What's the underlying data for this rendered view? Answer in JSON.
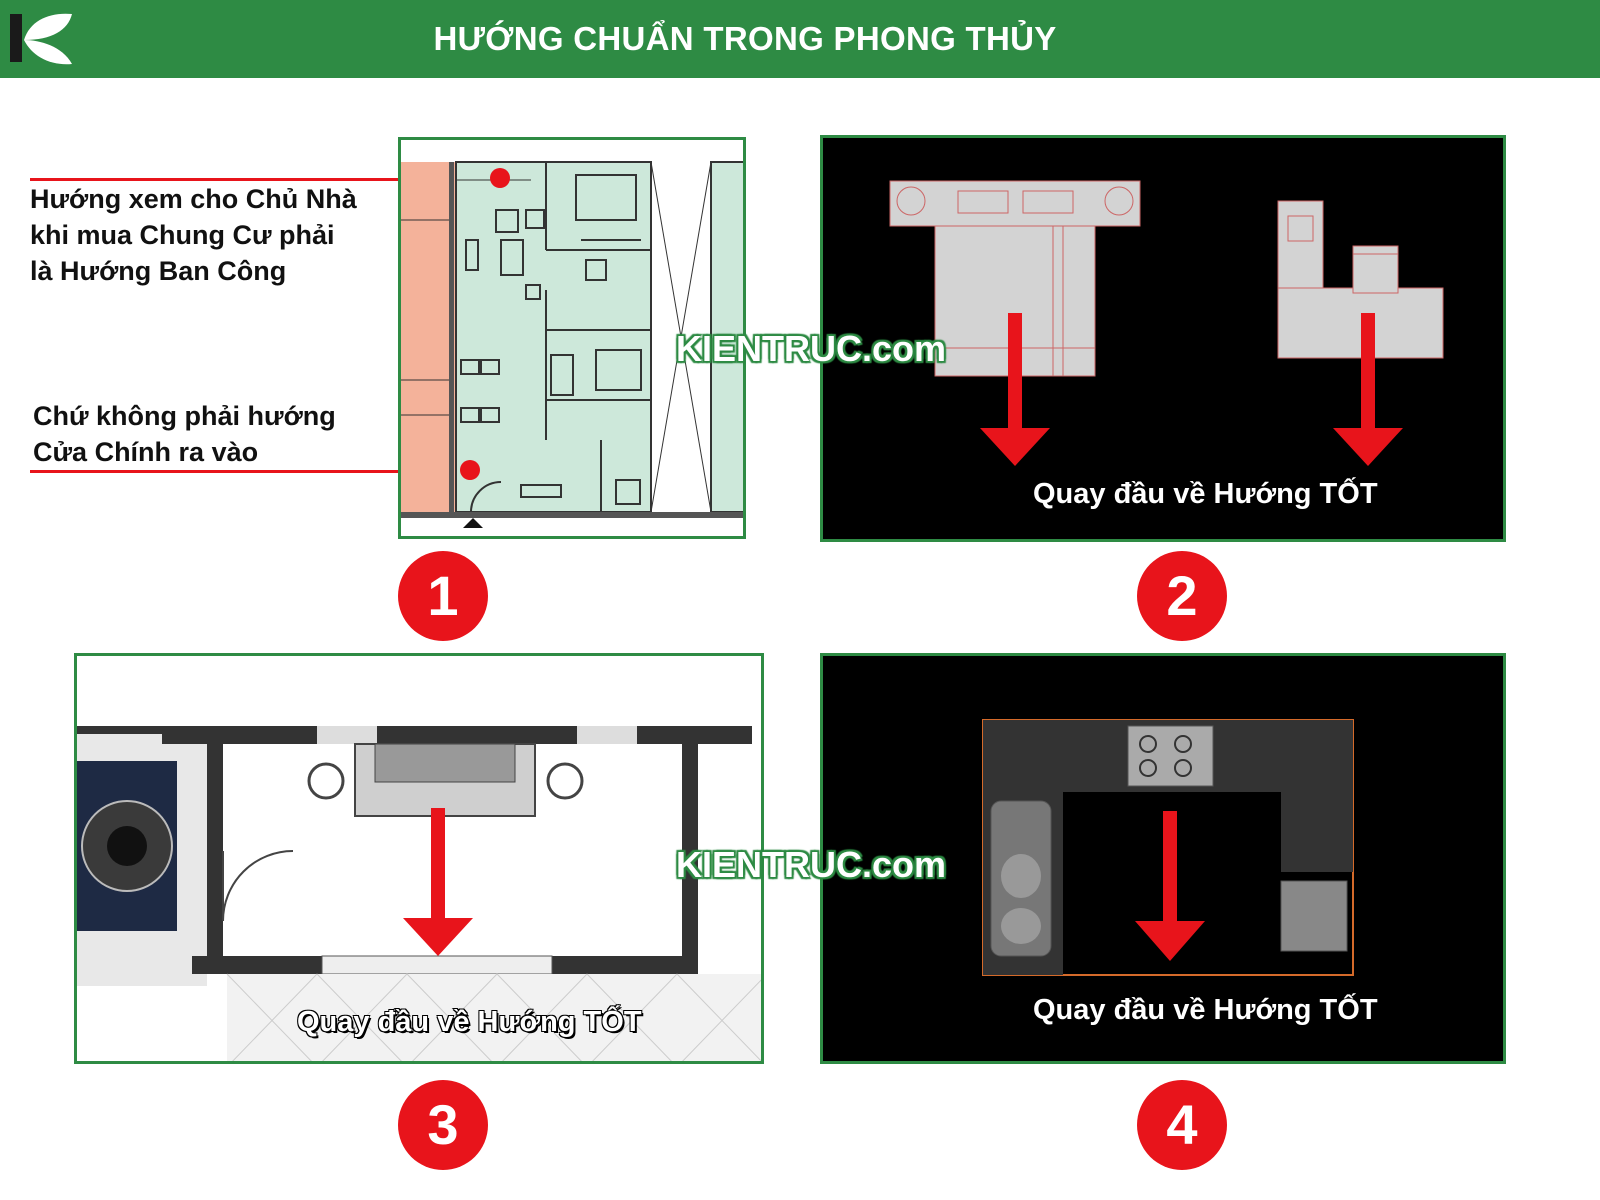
{
  "header": {
    "title": "HƯỚNG CHUẨN TRONG PHONG THỦY",
    "logo_icon": "k-leaf-logo-icon",
    "color": "#2e8b44"
  },
  "panel1": {
    "note_top": [
      "Hướng xem cho Chủ Nhà",
      "khi mua Chung Cư phải",
      "là Hướng Ban Công"
    ],
    "note_bottom": [
      "Chứ không phải hướng",
      "Cửa Chính ra vào"
    ]
  },
  "panel2": {
    "caption": "Quay đầu về Hướng TỐT"
  },
  "panel3": {
    "caption": "Quay đầu về Hướng TỐT"
  },
  "panel4": {
    "caption": "Quay đầu về Hướng TỐT"
  },
  "watermark": "KIENTRUC.com",
  "badges": [
    "1",
    "2",
    "3",
    "4"
  ],
  "colors": {
    "accent_red": "#e8141b",
    "brand_green": "#2e8b44"
  }
}
